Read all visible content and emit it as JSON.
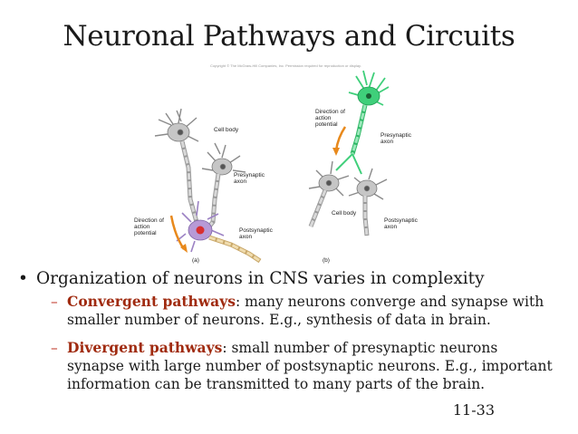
{
  "slide": {
    "title": "Neuronal Pathways and Circuits",
    "slide_number": "11-33"
  },
  "figure": {
    "copyright": "Copyright © The McGraw-Hill Companies, Inc. Permission required for reproduction or display.",
    "panel_a": {
      "tag": "(a)",
      "labels": {
        "cell_body": "Cell body",
        "presynaptic_axon": "Presynaptic axon",
        "direction": "Direction of action potential",
        "postsynaptic_axon": "Postsynaptic axon"
      }
    },
    "panel_b": {
      "tag": "(b)",
      "labels": {
        "direction": "Direction of action potential",
        "presynaptic_axon": "Presynaptic axon",
        "cell_body": "Cell body",
        "postsynaptic_axon": "Postsynaptic axon"
      }
    },
    "colors": {
      "neuron_gray": "#b9b9b9",
      "presynaptic_green": "#3fcf7a",
      "postsynaptic_purple": "#b79ad6",
      "arrow_orange": "#e8891c"
    }
  },
  "content": {
    "main_bullet": "Organization of neurons in CNS varies in complexity",
    "convergent": {
      "term": "Convergent pathways",
      "text": ": many neurons converge and synapse with smaller number of neurons. E.g., synthesis of data in brain."
    },
    "divergent": {
      "term": "Divergent pathways",
      "text": ": small number of presynaptic neurons synapse with large number of postsynaptic neurons. E.g., important information can be transmitted to many parts of the brain."
    }
  }
}
